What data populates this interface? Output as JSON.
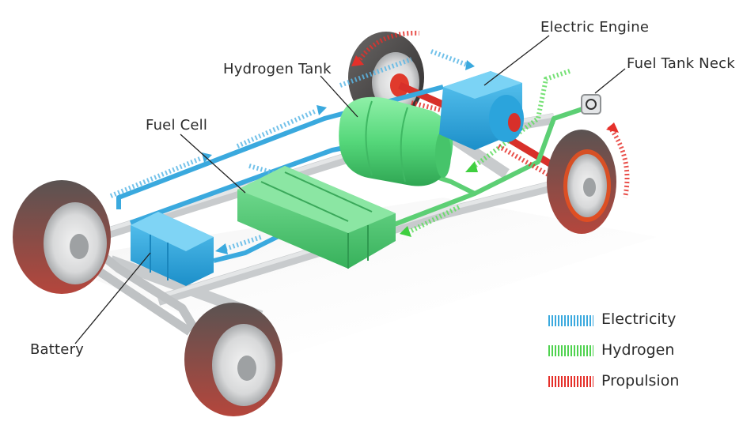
{
  "labels": {
    "electric_engine": "Electric Engine",
    "fuel_tank_neck": "Fuel Tank Neck",
    "hydrogen_tank": "Hydrogen Tank",
    "fuel_cell": "Fuel Cell",
    "battery": "Battery"
  },
  "legend": [
    {
      "label": "Electricity",
      "icon": "electricity-dashes-icon",
      "color": "#3aa9de"
    },
    {
      "label": "Hydrogen",
      "icon": "hydrogen-dashes-icon",
      "color": "#4fd24f"
    },
    {
      "label": "Propulsion",
      "icon": "propulsion-dashes-icon",
      "color": "#e5302a"
    }
  ],
  "colors": {
    "electricity": "#3aa9de",
    "hydrogen": "#4fd24f",
    "propulsion": "#e5302a",
    "component_blue": "#27a7e0",
    "component_green": "#4ecb76",
    "chassis": "#cfd2d4",
    "tire": "#4a4746"
  }
}
